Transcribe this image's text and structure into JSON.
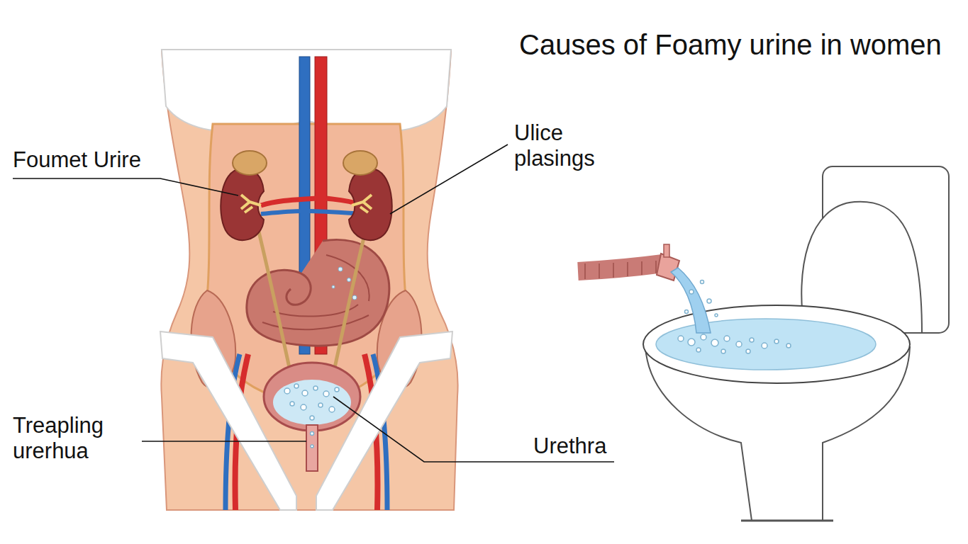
{
  "diagram": {
    "title": "Causes of Foamy urine in women",
    "labels": [
      "Foumet Urire",
      "Ulice plasings",
      "Treapling urerhua",
      "Urethra"
    ]
  }
}
